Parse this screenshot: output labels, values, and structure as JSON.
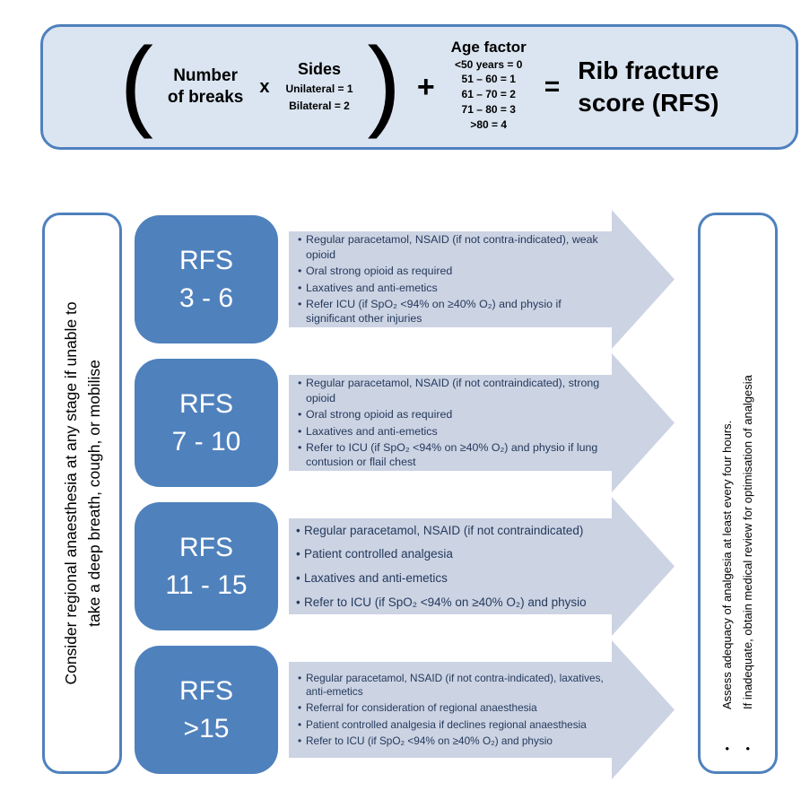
{
  "colors": {
    "accent": "#4f81bd",
    "panel_fill": "#dbe5f1",
    "arrow_fill": "#ccd3e3",
    "score_text": "#ffffff",
    "bullet_text": "#243a5c"
  },
  "formula": {
    "open_paren": "(",
    "number_of_breaks": "Number\nof breaks",
    "times": "x",
    "sides_title": "Sides",
    "sides_options": [
      "Unilateral = 1",
      "Bilateral = 2"
    ],
    "close_paren": ")",
    "plus": "+",
    "age_title": "Age factor",
    "age_options": [
      "<50 years = 0",
      "51 – 60 = 1",
      "61 – 70 = 2",
      "71 – 80 = 3",
      ">80 = 4"
    ],
    "equals": "=",
    "result": "Rib fracture\nscore (RFS)"
  },
  "left_note": "Consider regional anaesthesia at any stage if unable to\ntake a deep breath, cough, or mobilise",
  "right_note": {
    "bullets": [
      "Assess adequacy of analgesia at least every four hours.",
      "If inadequate, obtain medical review for optimisation of analgesia"
    ]
  },
  "rows": [
    {
      "score": "RFS\n3 - 6",
      "bullets": [
        "Regular paracetamol, NSAID (if not contra-indicated), weak opioid",
        "Oral strong opioid as required",
        "Laxatives and anti-emetics",
        "Refer ICU (if SpO₂ <94% on ≥40% O₂) and physio if significant other injuries"
      ]
    },
    {
      "score": "RFS\n7 - 10",
      "bullets": [
        "Regular paracetamol, NSAID (if not contraindicated), strong opioid",
        "Oral strong opioid as required",
        "Laxatives and anti-emetics",
        "Refer to ICU (if SpO₂ <94% on ≥40% O₂) and physio if lung contusion or flail chest"
      ]
    },
    {
      "score": "RFS\n11 - 15",
      "bullets": [
        "Regular paracetamol, NSAID (if not contraindicated)",
        "Patient controlled analgesia",
        "Laxatives and anti-emetics",
        "Refer to ICU (if SpO₂ <94% on ≥40% O₂) and physio"
      ]
    },
    {
      "score": "RFS\n>15",
      "bullets": [
        "Regular paracetamol, NSAID (if not contra-indicated), laxatives, anti-emetics",
        "Referral for consideration of regional anaesthesia",
        "Patient controlled analgesia if declines regional anaesthesia",
        "Refer to ICU (if SpO₂ <94% on ≥40% O₂) and physio"
      ]
    }
  ]
}
